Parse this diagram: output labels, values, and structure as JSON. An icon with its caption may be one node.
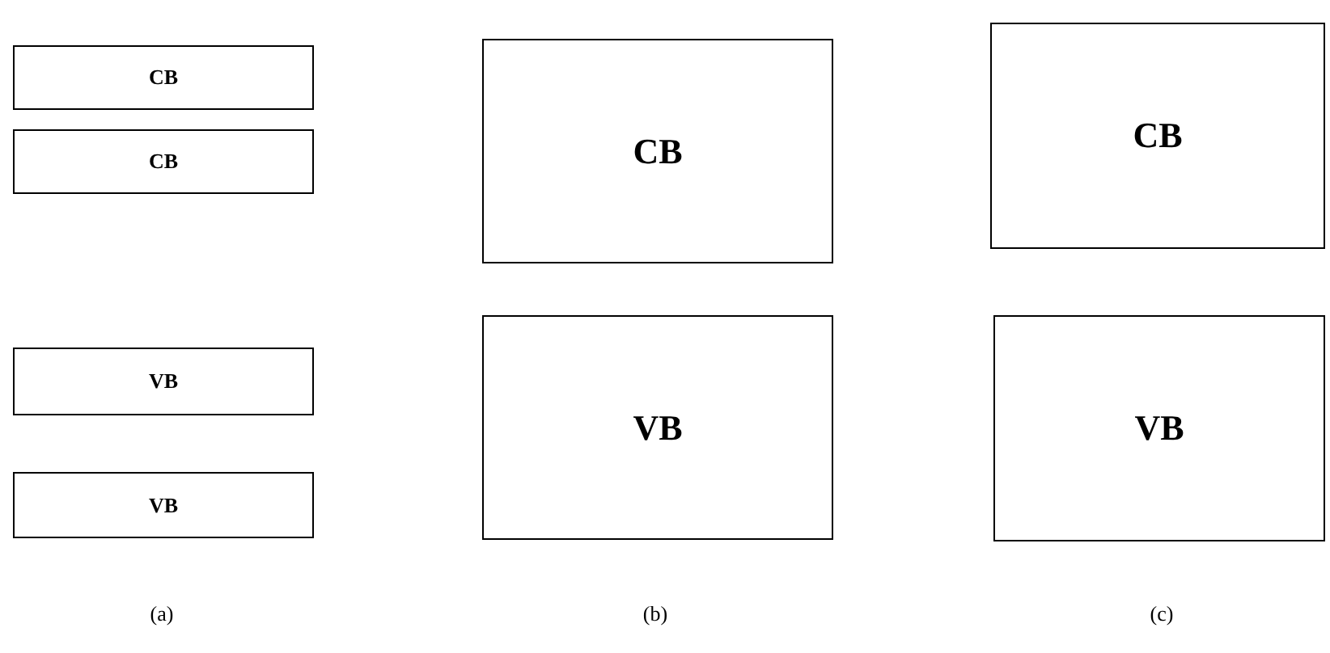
{
  "diagram": {
    "nodes": [
      {
        "text": [
          "CB"
        ]
      },
      {
        "text": [
          "CB"
        ]
      },
      {
        "text": [
          "VB"
        ]
      },
      {
        "text": [
          "VB"
        ]
      },
      {
        "text": [
          "CB"
        ]
      },
      {
        "text": [
          "VB"
        ]
      },
      {
        "text": [
          "CB"
        ]
      },
      {
        "text": [
          "VB"
        ]
      }
    ],
    "labels": [
      "(a)",
      "(b)",
      "(c)"
    ]
  }
}
